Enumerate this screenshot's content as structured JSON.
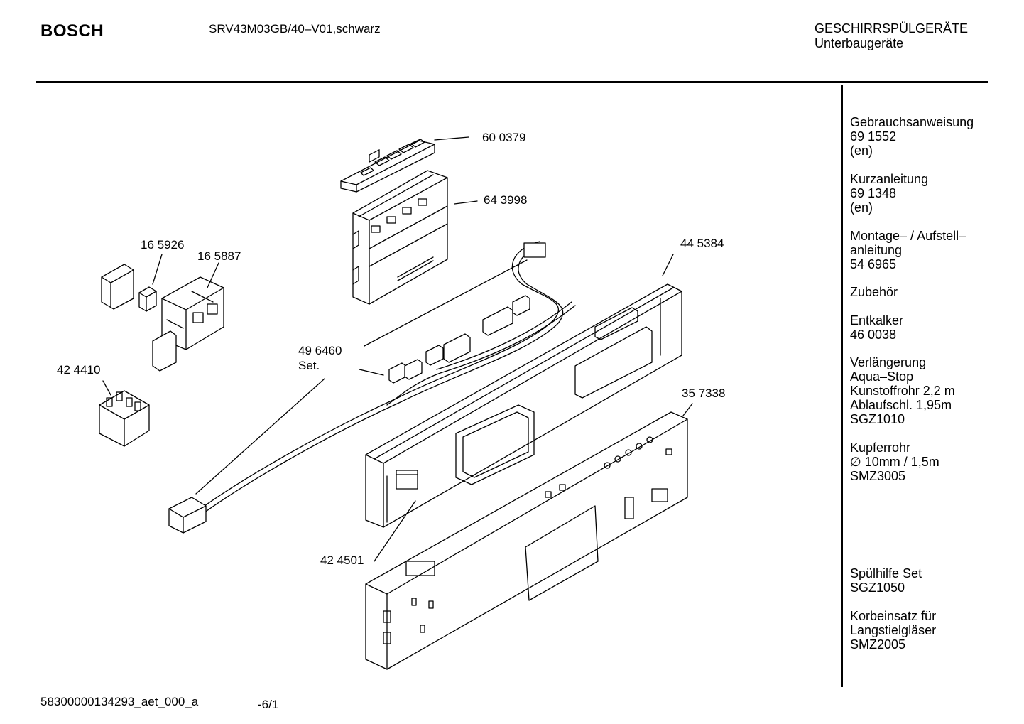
{
  "header": {
    "brand": "BOSCH",
    "model": "SRV43M03GB/40–V01,schwarz",
    "category_line1": "GESCHIRRSPÜLGERÄTE",
    "category_line2": "Unterbaugeräte"
  },
  "parts": [
    {
      "id": "p600379",
      "number": "60 0379"
    },
    {
      "id": "p643998",
      "number": "64 3998"
    },
    {
      "id": "p165926",
      "number": "16 5926"
    },
    {
      "id": "p165887",
      "number": "16 5887"
    },
    {
      "id": "p445384",
      "number": "44 5384"
    },
    {
      "id": "p496460",
      "number": "49 6460",
      "suffix": "Set."
    },
    {
      "id": "p424410",
      "number": "42 4410"
    },
    {
      "id": "p357338",
      "number": "35 7338"
    },
    {
      "id": "p424501",
      "number": "42 4501"
    }
  ],
  "sidebar": {
    "groups": [
      {
        "lines": [
          "Gebrauchsanweisung",
          "69 1552",
          "(en)"
        ]
      },
      {
        "lines": [
          "Kurzanleitung",
          "69 1348",
          "(en)"
        ]
      },
      {
        "lines": [
          "Montage– / Aufstell–",
          "anleitung",
          "54 6965"
        ]
      },
      {
        "lines": [
          "Zubehör"
        ]
      },
      {
        "lines": [
          "Entkalker",
          "46 0038"
        ]
      },
      {
        "lines": [
          "Verlängerung",
          "Aqua–Stop",
          "Kunstoffrohr 2,2 m",
          "Ablaufschl. 1,95m",
          "SGZ1010"
        ]
      },
      {
        "lines": [
          "Kupferrohr",
          "∅ 10mm / 1,5m",
          "SMZ3005"
        ]
      },
      {
        "lines": [
          "Spülhilfe Set",
          "SGZ1050"
        ]
      },
      {
        "lines": [
          "Korbeinsatz für",
          "Langstielgläser",
          "SMZ2005"
        ]
      }
    ]
  },
  "footer": {
    "doc_id": "58300000134293_aet_000_a",
    "page": "-6/1"
  }
}
